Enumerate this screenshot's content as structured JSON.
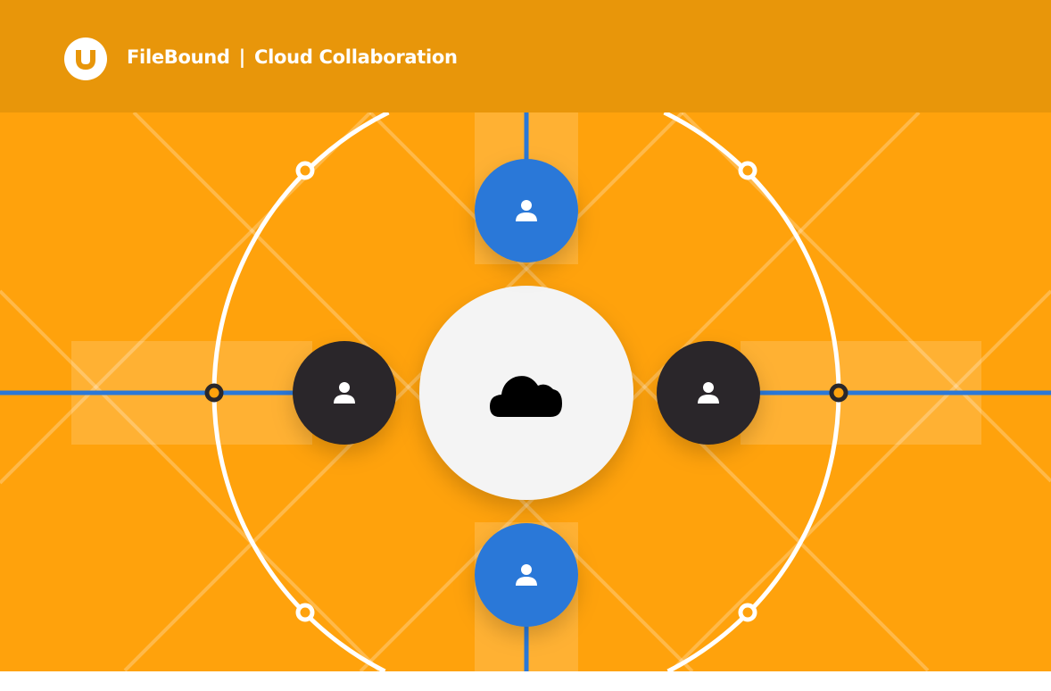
{
  "header": {
    "brand": "FileBound",
    "separator": "|",
    "subtitle": "Cloud Collaboration",
    "logo_letter": "U"
  },
  "diagram": {
    "center_icon": "cloud-icon",
    "nodes": [
      {
        "id": "top",
        "color": "#2A78D8",
        "icon": "user-icon"
      },
      {
        "id": "left",
        "color": "#2A272A",
        "icon": "user-icon"
      },
      {
        "id": "right",
        "color": "#2A272A",
        "icon": "user-icon"
      },
      {
        "id": "bottom",
        "color": "#2A78D8",
        "icon": "user-icon"
      }
    ]
  },
  "colors": {
    "background": "#FFA20C",
    "header": "#E8960A",
    "line": "#2A78D8",
    "ring": "#FFFFFF"
  }
}
